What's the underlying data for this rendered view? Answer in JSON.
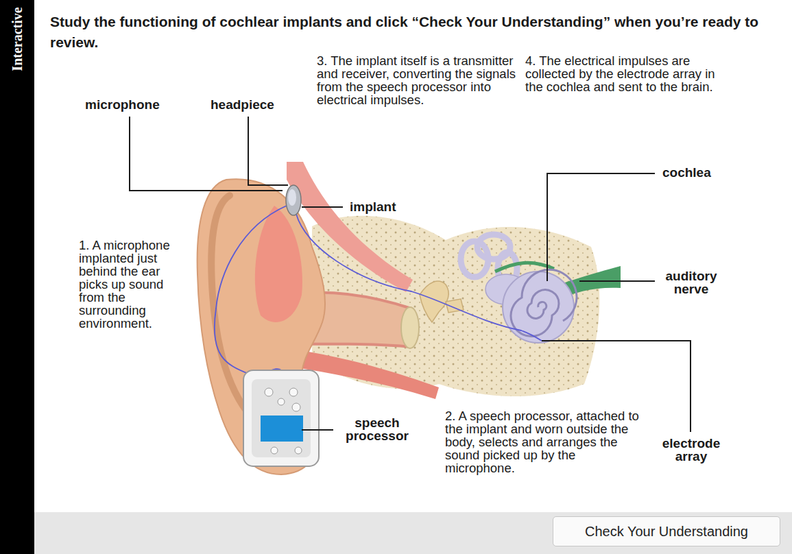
{
  "diagram": {
    "title": "Study the functioning of cochlear implants and click “Check Your Understanding” when you’re ready to review.",
    "nodes": [
      {
        "text": [
          "Interactive"
        ]
      },
      {
        "text": [
          "Check Your Understanding"
        ]
      }
    ],
    "labels": [
      "microphone",
      "headpiece",
      "3. The implant itself is a transmitter and receiver, converting the signals from the speech processor into electrical impulses.",
      "4. The electrical impulses are collected by the electrode array in the cochlea and sent to the brain.",
      "cochlea",
      "implant",
      "1. A microphone implanted just behind the ear picks up sound from the surrounding environment.",
      "auditory nerve",
      "speech processor",
      "2. A speech processor, attached to the implant and worn outside the body, selects and arranges the sound picked up by the microphone.",
      "electrode array"
    ]
  }
}
